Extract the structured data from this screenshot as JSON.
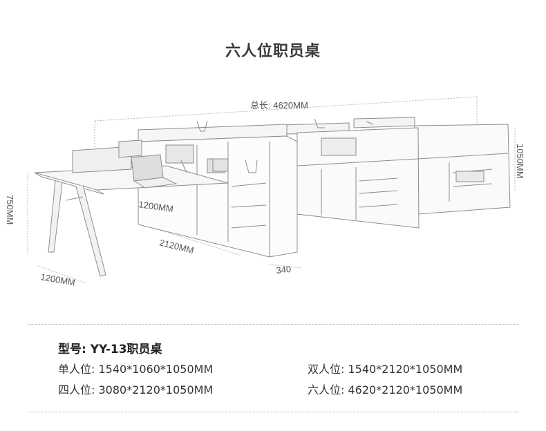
{
  "title": "六人位职员桌",
  "dimensions": {
    "total_length": "总长: 4620MM",
    "height_desk": "750MM",
    "height_cabinet": "1050MM",
    "depth_left": "1200MM",
    "depth_mid": "1200MM",
    "width_span": "2120MM",
    "cabinet_depth": "340"
  },
  "model_label": "型号: YY-13职员桌",
  "specs": {
    "single": "单人位: 1540*1060*1050MM",
    "double": "双人位: 1540*2120*1050MM",
    "four": "四人位: 3080*2120*1050MM",
    "six": "六人位: 4620*2120*1050MM"
  },
  "icons": [
    "desk-illustration"
  ]
}
